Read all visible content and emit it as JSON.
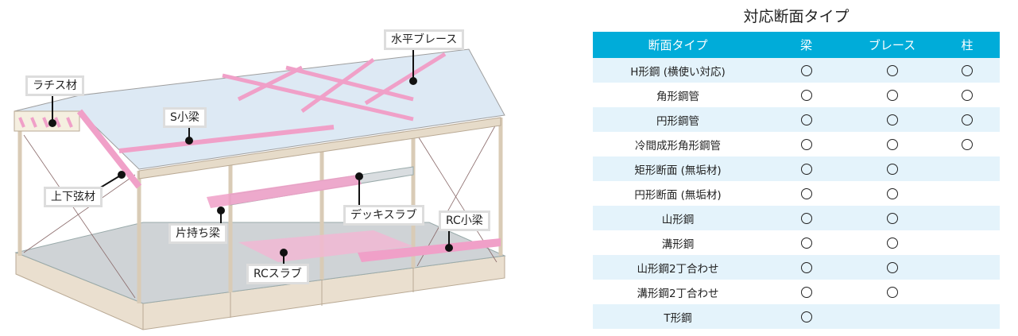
{
  "illustration": {
    "labels": {
      "lattice": "ラチス材",
      "horizontal_brace": "水平ブレース",
      "s_beam": "S小梁",
      "chord": "上下弦材",
      "cantilever": "片持ち梁",
      "deck_slab": "デッキスラブ",
      "rc_beam": "RC小梁",
      "rc_slab": "RCスラブ"
    },
    "colors": {
      "highlight": "#f0a0c8",
      "frame": "#e8dccb",
      "glass": "#dce8f4"
    }
  },
  "table": {
    "title": "対応断面タイプ",
    "headers": [
      "断面タイプ",
      "梁",
      "ブレース",
      "柱"
    ],
    "mark": "○",
    "header_color": "#00acd9",
    "rows": [
      {
        "name": "H形鋼 (横使い対応)",
        "beam": true,
        "brace": true,
        "column": true
      },
      {
        "name": "角形鋼管",
        "beam": true,
        "brace": true,
        "column": true
      },
      {
        "name": "円形鋼管",
        "beam": true,
        "brace": true,
        "column": true
      },
      {
        "name": "冷間成形角形鋼管",
        "beam": true,
        "brace": true,
        "column": true
      },
      {
        "name": "矩形断面 (無垢材)",
        "beam": true,
        "brace": true,
        "column": false
      },
      {
        "name": "円形断面 (無垢材)",
        "beam": true,
        "brace": true,
        "column": false
      },
      {
        "name": "山形鋼",
        "beam": true,
        "brace": true,
        "column": false
      },
      {
        "name": "溝形鋼",
        "beam": true,
        "brace": true,
        "column": false
      },
      {
        "name": "山形鋼2丁合わせ",
        "beam": true,
        "brace": true,
        "column": false
      },
      {
        "name": "溝形鋼2丁合わせ",
        "beam": true,
        "brace": true,
        "column": false
      },
      {
        "name": "T形鋼",
        "beam": true,
        "brace": false,
        "column": false
      }
    ]
  }
}
